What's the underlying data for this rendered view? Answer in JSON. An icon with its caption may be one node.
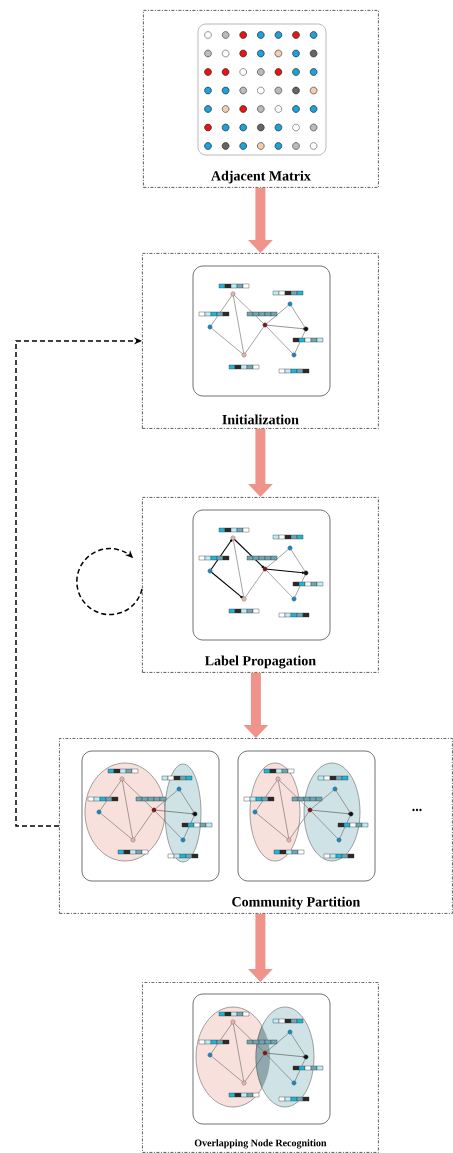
{
  "diagram": {
    "nodes": [
      {
        "text": [
          "Adjacent Matrix"
        ]
      },
      {
        "text": [
          "Initialization"
        ]
      },
      {
        "text": [
          "Label Propagation"
        ]
      },
      {
        "text": [
          "Community Partition"
        ]
      },
      {
        "text": [
          "Overlapping Node Recognition"
        ]
      }
    ],
    "edges": [
      {
        "from": 0,
        "to": 1,
        "arrow": "to"
      },
      {
        "from": 1,
        "to": 2,
        "arrow": "to"
      },
      {
        "from": 2,
        "to": 3,
        "arrow": "to"
      },
      {
        "from": 3,
        "to": 4,
        "arrow": "to"
      },
      {
        "from": 3,
        "to": 1,
        "arrow": "to",
        "style": "dashed",
        "color": "#000000"
      },
      {
        "from": 2,
        "to": 2,
        "arrow": "to",
        "style": "dashed",
        "color": "#000000"
      }
    ],
    "labels": [
      "..."
    ]
  }
}
